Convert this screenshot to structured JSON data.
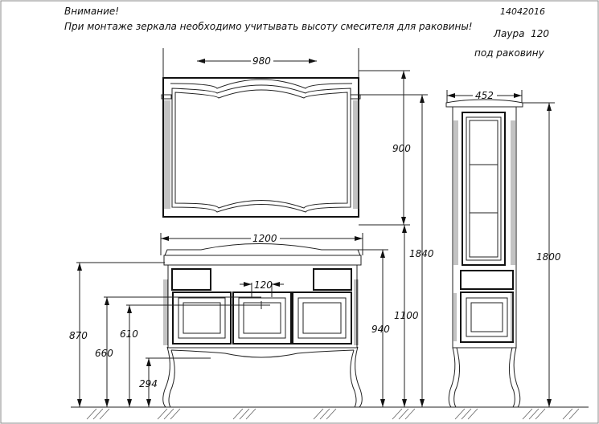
{
  "notes": {
    "warning_title": "Внимание!",
    "warning_text": "При монтаже зеркала необходимо учитывать высоту смесителя для раковины!",
    "date": "14042016",
    "model": "Лаура  120",
    "subtitle": "под раковину"
  },
  "dimensions": {
    "mirror_width": "980",
    "mirror_height": "900",
    "mirror_top_height": "1840",
    "mirror_bottom_height": "1100",
    "vanity_width": "1200",
    "vanity_height": "940",
    "countertop_height": "870",
    "siphon_height_1": "660",
    "siphon_height_2": "610",
    "siphon_spacing": "120",
    "leg_height": "294",
    "column_width": "452",
    "column_height": "1800"
  }
}
